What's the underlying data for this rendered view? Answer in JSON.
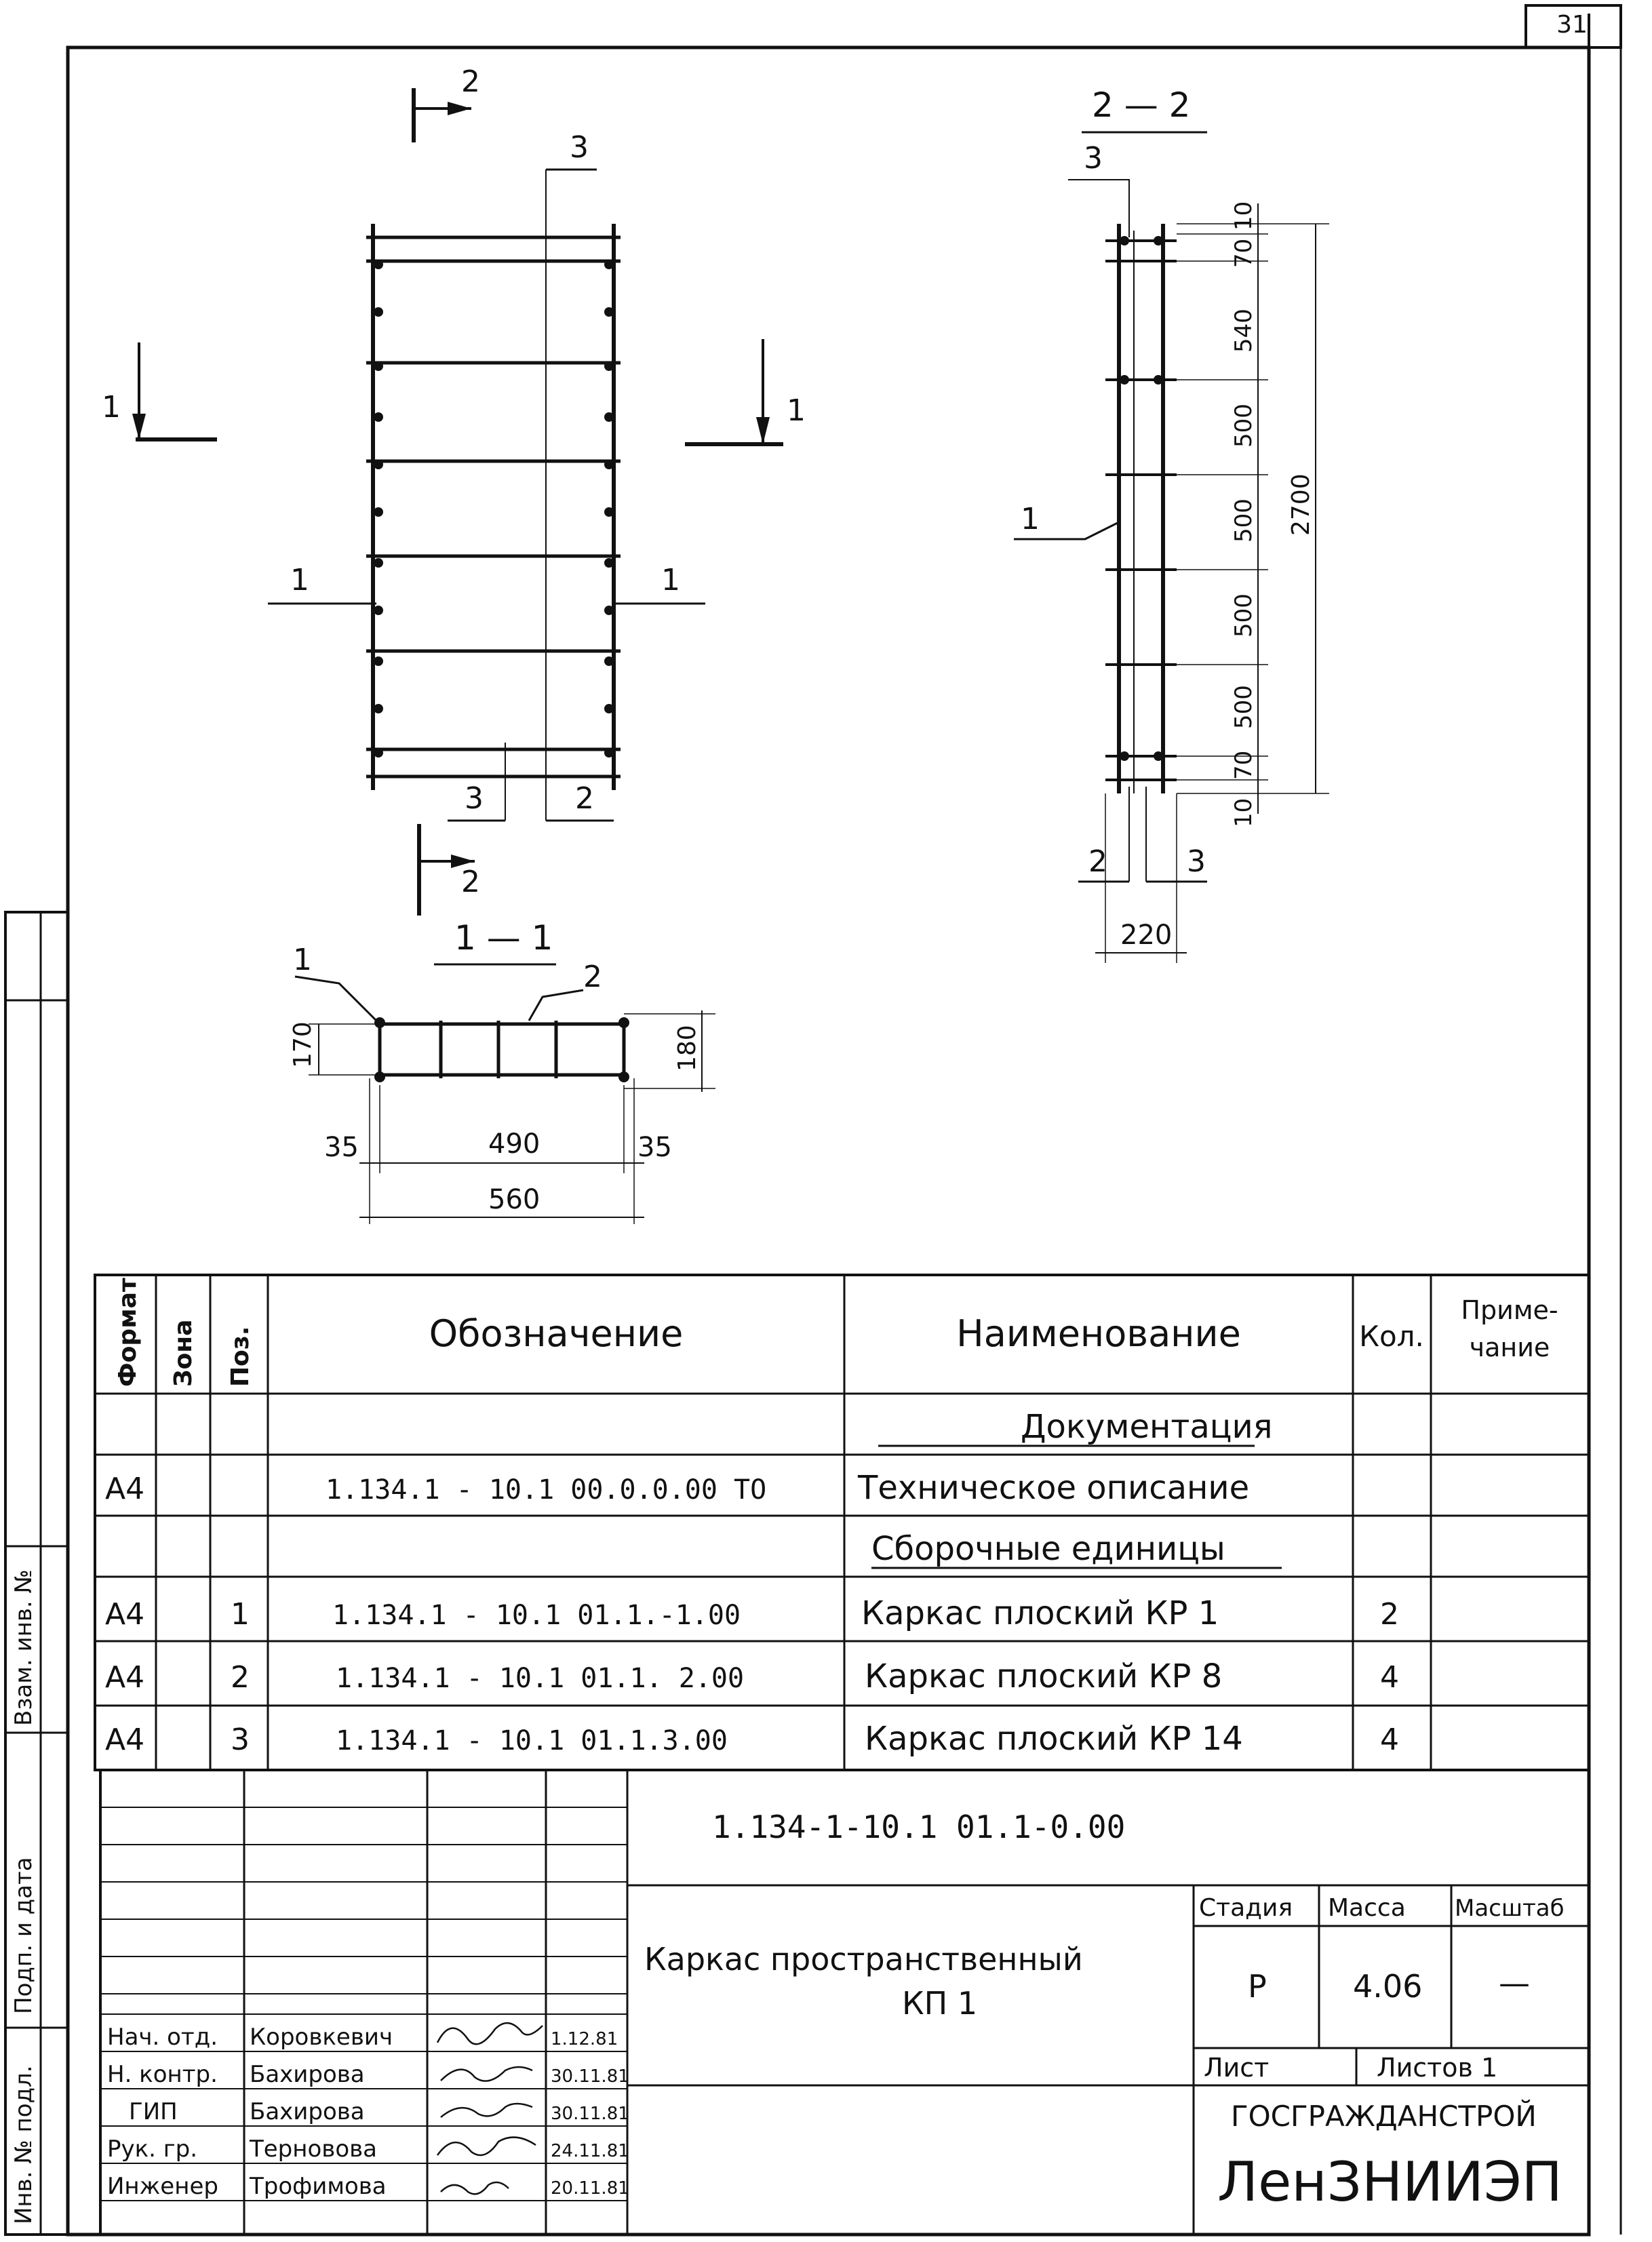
{
  "corner_sheet": "31",
  "drawing": {
    "section_2_marker": "2",
    "section_1_marker": "1",
    "section_11_title": "1 — 1",
    "section_22_title": "2 — 2",
    "pos1": "1",
    "pos2": "2",
    "pos3": "3",
    "dims_11": {
      "height_170": "170",
      "height_180": "180",
      "left_35": "35",
      "right_35": "35",
      "inner_490": "490",
      "total_560": "560"
    },
    "dims_22": {
      "d10_top": "10",
      "d70_top": "70",
      "d540": "540",
      "d500_a": "500",
      "d500_b": "500",
      "d500_c": "500",
      "d500_d": "500",
      "d70_bot": "70",
      "d10_bot": "10",
      "total_2700": "2700",
      "width_220": "220"
    }
  },
  "spec_table": {
    "headers": {
      "format": "Формат",
      "zone": "Зона",
      "pos": "Поз.",
      "designation": "Обозначение",
      "name": "Наименование",
      "qty": "Кол.",
      "note": "Приме-\nчание"
    },
    "section_docs": "Документация",
    "section_units": "Сборочные единицы",
    "rows": [
      {
        "format": "А4",
        "pos": "",
        "designation": "1.134.1 - 10.1 00.0.0.00 ТО",
        "name": "Техническое описание",
        "qty": ""
      },
      {
        "format": "А4",
        "pos": "1",
        "designation": "1.134.1 - 10.1 01.1.-1.00",
        "name": "Каркас плоский КР 1",
        "qty": "2"
      },
      {
        "format": "А4",
        "pos": "2",
        "designation": "1.134.1 - 10.1 01.1. 2.00",
        "name": "Каркас плоский КР 8",
        "qty": "4"
      },
      {
        "format": "А4",
        "pos": "3",
        "designation": "1.134.1 - 10.1 01.1.3.00",
        "name": "Каркас плоский КР 14",
        "qty": "4"
      }
    ]
  },
  "title_block": {
    "doc_code": "1.134-1-10.1 01.1-0.00",
    "title": "Каркас пространственный",
    "title_line2": "КП 1",
    "stage_label": "Стадия",
    "mass_label": "Масса",
    "scale_label": "Масштаб",
    "stage_value": "Р",
    "mass_value": "4.06",
    "scale_value": "—",
    "sheet_label": "Лист",
    "sheets_label": "Листов 1",
    "org_line1": "ГОСГРАЖДАНСТРОЙ",
    "org_line2": "ЛенЗНИИЭП",
    "signatures": [
      {
        "role": "Нач. отд.",
        "name": "Коровкевич",
        "date": "1.12.81"
      },
      {
        "role": "Н. контр.",
        "name": "Бахирова",
        "date": "30.11.81"
      },
      {
        "role": "ГИП",
        "name": "Бахирова",
        "date": "30.11.81"
      },
      {
        "role": "Рук. гр.",
        "name": "Терновова",
        "date": "24.11.81"
      },
      {
        "role": "Инженер",
        "name": "Трофимова",
        "date": "20.11.81"
      }
    ]
  },
  "left_strip": {
    "inv_orig": "Инв. № подл.",
    "sign_date": "Подп. и дата",
    "replace_inv": "Взам. инв. №"
  }
}
